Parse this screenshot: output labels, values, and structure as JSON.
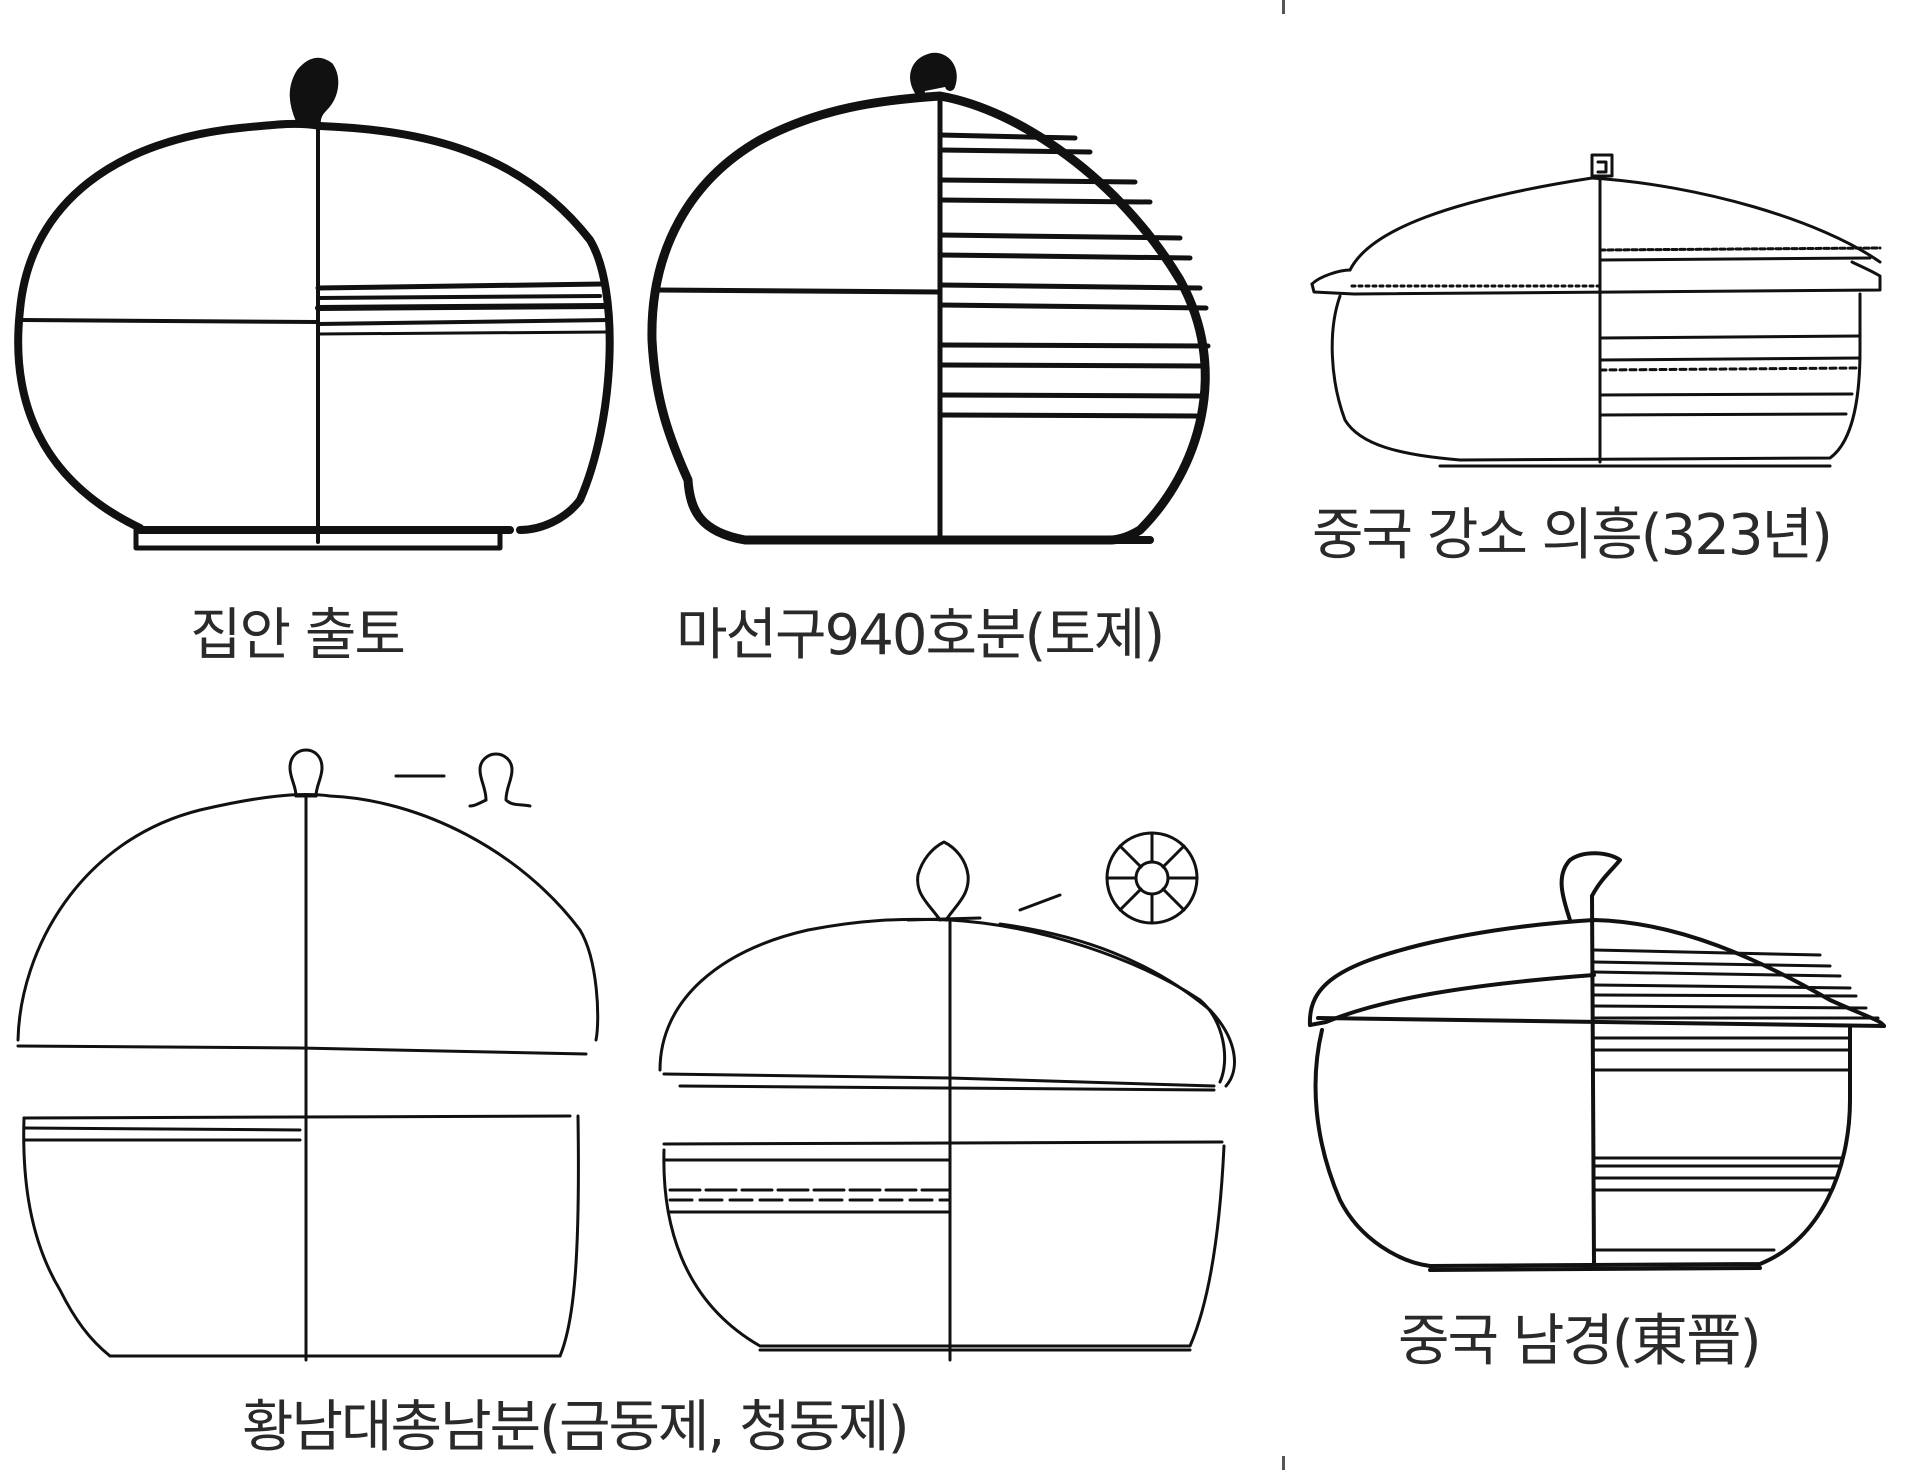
{
  "captions": {
    "jian": "집안 출토",
    "maseongu": "마선구940호분(토제)",
    "jiangsu": "중국 강소 의흥(323년)",
    "hwangnam": "황남대총남분(금동제, 청동제)",
    "nanjing": "중국 남경(東晋)"
  },
  "colors": {
    "ink": "#111111",
    "caption": "#2a2a2a",
    "background": "#ffffff"
  }
}
